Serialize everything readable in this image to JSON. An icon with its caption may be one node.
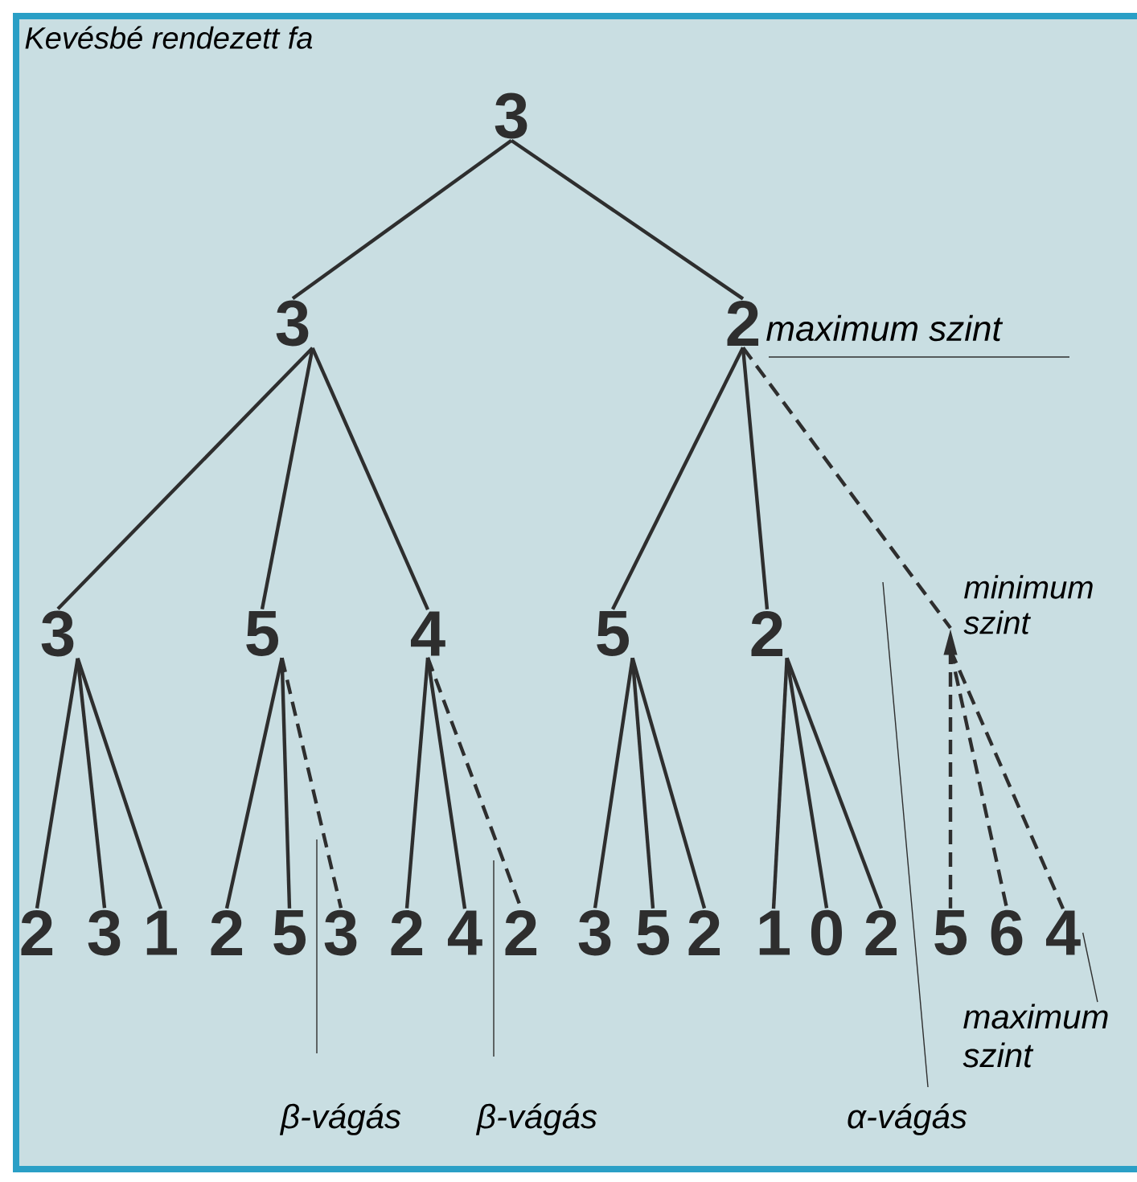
{
  "diagram": {
    "title": "Kevésbé rendezett fa",
    "nodes": [
      {
        "text": [
          "3"
        ]
      },
      {
        "text": [
          "3"
        ]
      },
      {
        "text": [
          "2"
        ]
      },
      {
        "text": [
          "3"
        ]
      },
      {
        "text": [
          "5"
        ]
      },
      {
        "text": [
          "4"
        ]
      },
      {
        "text": [
          "5"
        ]
      },
      {
        "text": [
          "2"
        ]
      },
      {
        "text": [],
        "shape": "triangle"
      },
      {
        "text": [
          "2"
        ]
      },
      {
        "text": [
          "3"
        ]
      },
      {
        "text": [
          "1"
        ]
      },
      {
        "text": [
          "2"
        ]
      },
      {
        "text": [
          "5"
        ]
      },
      {
        "text": [
          "3"
        ]
      },
      {
        "text": [
          "2"
        ]
      },
      {
        "text": [
          "4"
        ]
      },
      {
        "text": [
          "2"
        ]
      },
      {
        "text": [
          "3"
        ]
      },
      {
        "text": [
          "5"
        ]
      },
      {
        "text": [
          "2"
        ]
      },
      {
        "text": [
          "1"
        ]
      },
      {
        "text": [
          "0"
        ]
      },
      {
        "text": [
          "2"
        ]
      },
      {
        "text": [
          "5"
        ]
      },
      {
        "text": [
          "6"
        ]
      },
      {
        "text": [
          "4"
        ]
      },
      {
        "text": [
          "β-vágás"
        ]
      },
      {
        "text": [
          "β-vágás"
        ]
      },
      {
        "text": [
          "α-vágás"
        ]
      },
      {
        "text": [
          "maximum szint"
        ]
      }
    ],
    "edges": [
      {
        "from": 0,
        "to": 1,
        "arrow": "none"
      },
      {
        "from": 0,
        "to": 2,
        "arrow": "none"
      },
      {
        "from": 1,
        "to": 3,
        "arrow": "none"
      },
      {
        "from": 1,
        "to": 4,
        "arrow": "none"
      },
      {
        "from": 1,
        "to": 5,
        "arrow": "none"
      },
      {
        "from": 2,
        "to": 6,
        "arrow": "none"
      },
      {
        "from": 2,
        "to": 7,
        "arrow": "none"
      },
      {
        "from": 2,
        "to": 8,
        "arrow": "none",
        "style": "dashed"
      },
      {
        "from": 3,
        "to": 9,
        "arrow": "none"
      },
      {
        "from": 3,
        "to": 10,
        "arrow": "none"
      },
      {
        "from": 3,
        "to": 11,
        "arrow": "none"
      },
      {
        "from": 4,
        "to": 12,
        "arrow": "none"
      },
      {
        "from": 4,
        "to": 13,
        "arrow": "none"
      },
      {
        "from": 4,
        "to": 14,
        "arrow": "none",
        "style": "dashed"
      },
      {
        "from": 5,
        "to": 15,
        "arrow": "none"
      },
      {
        "from": 5,
        "to": 16,
        "arrow": "none"
      },
      {
        "from": 5,
        "to": 17,
        "arrow": "none",
        "style": "dashed"
      },
      {
        "from": 6,
        "to": 18,
        "arrow": "none"
      },
      {
        "from": 6,
        "to": 19,
        "arrow": "none"
      },
      {
        "from": 6,
        "to": 20,
        "arrow": "none"
      },
      {
        "from": 7,
        "to": 21,
        "arrow": "none"
      },
      {
        "from": 7,
        "to": 22,
        "arrow": "none"
      },
      {
        "from": 7,
        "to": 23,
        "arrow": "none"
      },
      {
        "from": 8,
        "to": 24,
        "arrow": "none",
        "style": "dashed"
      },
      {
        "from": 8,
        "to": 25,
        "arrow": "none",
        "style": "dashed"
      },
      {
        "from": 8,
        "to": 26,
        "arrow": "none",
        "style": "dashed"
      },
      {
        "from": 27,
        "to": null,
        "arrow": "none"
      },
      {
        "from": 28,
        "to": null,
        "arrow": "none"
      },
      {
        "from": 29,
        "to": null,
        "arrow": "none"
      },
      {
        "from": 30,
        "to": 26,
        "arrow": "none"
      }
    ],
    "labels": [
      "maximum szint",
      "minimum szint"
    ]
  }
}
